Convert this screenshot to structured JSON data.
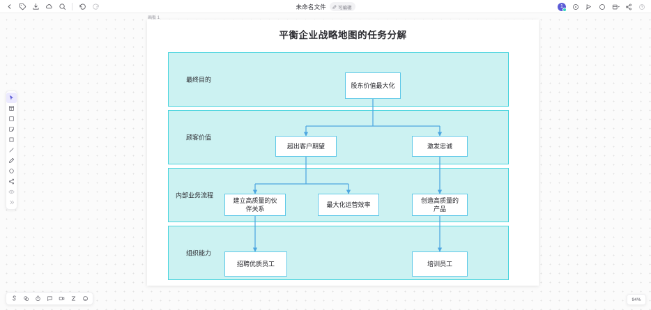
{
  "topbar": {
    "left_icons": [
      {
        "name": "back-icon",
        "label": "返回"
      },
      {
        "name": "tag-icon",
        "label": "标签"
      },
      {
        "name": "export-icon",
        "label": "导出"
      },
      {
        "name": "cloud-icon",
        "label": "云同步"
      },
      {
        "name": "search-icon",
        "label": "搜索"
      },
      {
        "name": "undo-icon",
        "label": "撤销"
      },
      {
        "name": "redo-icon",
        "label": "重做"
      }
    ],
    "doc_title": "未命名文件",
    "doc_badge": "可编辑",
    "right_icons": [
      {
        "name": "avatar",
        "label": "1"
      },
      {
        "name": "history-icon",
        "label": "历史"
      },
      {
        "name": "present-icon",
        "label": "演示"
      },
      {
        "name": "comment-icon",
        "label": "评论"
      },
      {
        "name": "layout-icon",
        "label": "布局"
      },
      {
        "name": "share-icon",
        "label": "分享"
      },
      {
        "name": "help-icon",
        "label": "帮助"
      }
    ]
  },
  "left_rail": {
    "items": [
      {
        "name": "cursor-tool",
        "label": "选择",
        "active": true
      },
      {
        "name": "frame-tool",
        "label": "画板"
      },
      {
        "name": "shape-tool",
        "label": "形状"
      },
      {
        "name": "sticky-note-tool",
        "label": "便签"
      },
      {
        "name": "rectangle-tool",
        "label": "矩形"
      },
      {
        "name": "line-tool",
        "label": "直线"
      },
      {
        "name": "pen-tool",
        "label": "画笔"
      },
      {
        "name": "ellipse-tool",
        "label": "椭圆"
      },
      {
        "name": "connector-tool",
        "label": "连线"
      },
      {
        "name": "eraser-tool",
        "label": "橡皮"
      },
      {
        "name": "more-tools",
        "label": "更多"
      }
    ]
  },
  "bottombar": {
    "items": [
      {
        "name": "shape-library-icon",
        "label": "图形库"
      },
      {
        "name": "duplicate-icon",
        "label": "复制"
      },
      {
        "name": "timer-icon",
        "label": "计时器"
      },
      {
        "name": "comment-icon",
        "label": "评论"
      },
      {
        "name": "video-icon",
        "label": "视频"
      },
      {
        "name": "text-tool-icon",
        "label": "文字"
      },
      {
        "name": "emoji-icon",
        "label": "表情"
      }
    ]
  },
  "zoom": {
    "level": "94%"
  },
  "canvas": {
    "frame_label": "画板 1",
    "diagram_title": "平衡企业战略地图的任务分解",
    "colors": {
      "band_fill": "#ccf2f2",
      "band_stroke": "#46d3dd",
      "node_stroke": "#5ec8e8",
      "node_fill": "#ffffff",
      "connector": "#4da6e0"
    },
    "bands": [
      {
        "name": "band-final-goal",
        "label": "最终目的",
        "nodes": [
          {
            "name": "node-shareholder-value",
            "text": "股东价值最大化"
          }
        ]
      },
      {
        "name": "band-customer-value",
        "label": "顾客价值",
        "nodes": [
          {
            "name": "node-exceed-expectation",
            "text": "超出客户期望"
          },
          {
            "name": "node-inspire-loyalty",
            "text": "激发忠诚"
          }
        ]
      },
      {
        "name": "band-internal-process",
        "label": "内部业务流程",
        "nodes": [
          {
            "name": "node-build-partnership",
            "text": "建立高质量的伙伴关系"
          },
          {
            "name": "node-maximize-efficiency",
            "text": "最大化运营效率"
          },
          {
            "name": "node-quality-product",
            "text": "创造高质量的产品"
          }
        ]
      },
      {
        "name": "band-org-capability",
        "label": "组织能力",
        "nodes": [
          {
            "name": "node-recruit-talent",
            "text": "招聘优质员工"
          },
          {
            "name": "node-train-employee",
            "text": "培训员工"
          }
        ]
      }
    ]
  }
}
